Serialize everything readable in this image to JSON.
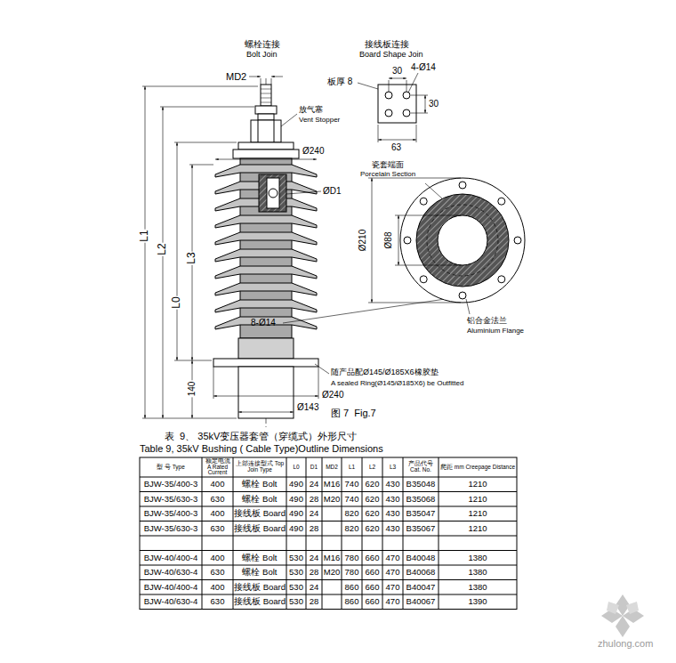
{
  "diagram": {
    "caption": "图 7  Fig.7",
    "labels": [
      "螺栓连接",
      "Bolt Join",
      "接线板连接",
      "Board Shape Join",
      "MD2",
      "30",
      "4-Ø14",
      "板厚 8",
      "30",
      "63",
      "放气塞",
      "Vent Stopper",
      "Ø240",
      "ØD1",
      "瓷套端面",
      "Porcelain Section",
      "Ø210",
      "Ø88",
      "8-Ø14",
      "铝合金法兰",
      "Aluminium Flange",
      "L1",
      "L2",
      "L3",
      "L0",
      "140",
      "随产品配Ø145/Ø185X6橡胶垫",
      "A sealed Ring(Ø145/Ø185X6) be Outfitted",
      "Ø240",
      "Ø143",
      "表  9、 35kV变压器套管（穿缆式）外形尺寸",
      "Table 9, 35kV Bushing ( Cable Type)Outline Dimensions",
      "型 号 Type",
      "额定电流 A Rated Current",
      "上部连接型式 Top Join Type",
      "L0",
      "D1",
      "MD2",
      "L1",
      "L2",
      "L3",
      "产品代号 Cat. No.",
      "爬距 mm Creepage Distance",
      "BJW-35/400-3",
      "400",
      "螺栓 Bolt",
      "490",
      "24",
      "M16",
      "740",
      "620",
      "430",
      "B35048",
      "1210",
      "BJW-35/630-3",
      "630",
      "螺栓 Bolt",
      "490",
      "28",
      "M20",
      "740",
      "620",
      "430",
      "B35068",
      "1210",
      "BJW-35/400-3",
      "400",
      "接线板 Board",
      "490",
      "24",
      "820",
      "620",
      "430",
      "B35047",
      "1210",
      "BJW-35/630-3",
      "630",
      "接线板 Board",
      "490",
      "28",
      "820",
      "620",
      "430",
      "B35067",
      "1210",
      "BJW-40/400-4",
      "400",
      "螺栓 Bolt",
      "530",
      "24",
      "M16",
      "780",
      "660",
      "470",
      "B40048",
      "1380",
      "BJW-40/630-4",
      "630",
      "螺栓 Bolt",
      "530",
      "28",
      "M20",
      "780",
      "660",
      "470",
      "B40068",
      "1380",
      "BJW-40/400-4",
      "400",
      "接线板 Board",
      "530",
      "24",
      "860",
      "660",
      "470",
      "B40047",
      "1380",
      "BJW-40/630-4",
      "630",
      "接线板 Board",
      "530",
      "28",
      "860",
      "660",
      "470",
      "B40067",
      "1390",
      "zhulong.com"
    ]
  }
}
